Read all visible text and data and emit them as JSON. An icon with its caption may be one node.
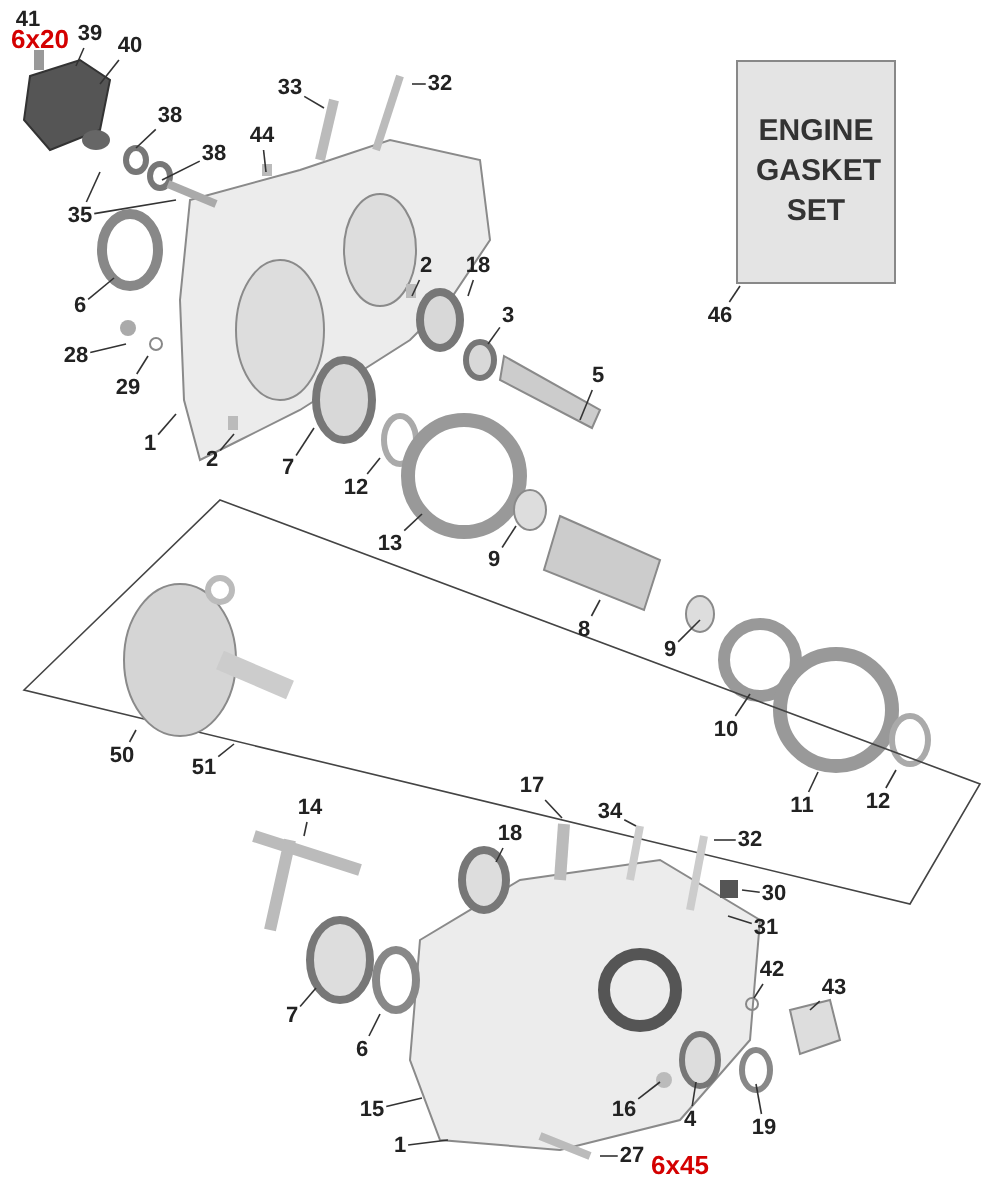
{
  "diagram": {
    "nodes": [
      {
        "text": [
          "41"
        ]
      },
      {
        "text": [
          "39"
        ]
      },
      {
        "text": [
          "40"
        ]
      },
      {
        "text": [
          "38"
        ]
      },
      {
        "text": [
          "38"
        ]
      },
      {
        "text": [
          "35"
        ]
      },
      {
        "text": [
          "44"
        ]
      },
      {
        "text": [
          "33"
        ]
      },
      {
        "text": [
          "32"
        ]
      },
      {
        "text": [
          "ENGINE GASKET SET"
        ]
      },
      {
        "text": [
          "6"
        ]
      },
      {
        "text": [
          "28"
        ]
      },
      {
        "text": [
          "29"
        ]
      },
      {
        "text": [
          "2"
        ]
      },
      {
        "text": [
          "18"
        ]
      },
      {
        "text": [
          "3"
        ]
      },
      {
        "text": [
          "46"
        ]
      },
      {
        "text": [
          "5"
        ]
      },
      {
        "text": [
          "1"
        ]
      },
      {
        "text": [
          "2"
        ]
      },
      {
        "text": [
          "7"
        ]
      },
      {
        "text": [
          "12"
        ]
      },
      {
        "text": [
          "13"
        ]
      },
      {
        "text": [
          "9"
        ]
      },
      {
        "text": [
          "8"
        ]
      },
      {
        "text": [
          "9"
        ]
      },
      {
        "text": [
          "10"
        ]
      },
      {
        "text": [
          "50"
        ]
      },
      {
        "text": [
          "51"
        ]
      },
      {
        "text": [
          "11"
        ]
      },
      {
        "text": [
          "12"
        ]
      },
      {
        "text": [
          "17"
        ]
      },
      {
        "text": [
          "14"
        ]
      },
      {
        "text": [
          "18"
        ]
      },
      {
        "text": [
          "34"
        ]
      },
      {
        "text": [
          "32"
        ]
      },
      {
        "text": [
          "30"
        ]
      },
      {
        "text": [
          "31"
        ]
      },
      {
        "text": [
          "42"
        ]
      },
      {
        "text": [
          "43"
        ]
      },
      {
        "text": [
          "7"
        ]
      },
      {
        "text": [
          "6"
        ]
      },
      {
        "text": [
          "15"
        ]
      },
      {
        "text": [
          "1"
        ]
      },
      {
        "text": [
          "16"
        ]
      },
      {
        "text": [
          "4"
        ]
      },
      {
        "text": [
          "19"
        ]
      },
      {
        "text": [
          "27"
        ]
      }
    ],
    "edges": [
      {
        "from": 1,
        "to": null,
        "arrow": "none"
      },
      {
        "from": 2,
        "to": null,
        "arrow": "none"
      },
      {
        "from": 3,
        "to": null,
        "arrow": "none"
      },
      {
        "from": 4,
        "to": null,
        "arrow": "none"
      },
      {
        "from": 5,
        "to": null,
        "arrow": "none"
      },
      {
        "from": 5,
        "to": null,
        "arrow": "none"
      },
      {
        "from": 6,
        "to": null,
        "arrow": "none"
      },
      {
        "from": 7,
        "to": null,
        "arrow": "none"
      },
      {
        "from": 8,
        "to": null,
        "arrow": "none"
      },
      {
        "from": 10,
        "to": null,
        "arrow": "none"
      },
      {
        "from": 11,
        "to": null,
        "arrow": "none"
      },
      {
        "from": 12,
        "to": null,
        "arrow": "none"
      },
      {
        "from": 13,
        "to": null,
        "arrow": "none"
      },
      {
        "from": 14,
        "to": null,
        "arrow": "none"
      },
      {
        "from": 15,
        "to": null,
        "arrow": "none"
      },
      {
        "from": 16,
        "to": 9,
        "arrow": "none"
      },
      {
        "from": 17,
        "to": null,
        "arrow": "none"
      },
      {
        "from": 18,
        "to": null,
        "arrow": "none"
      },
      {
        "from": 19,
        "to": null,
        "arrow": "none"
      },
      {
        "from": 20,
        "to": null,
        "arrow": "none"
      },
      {
        "from": 21,
        "to": null,
        "arrow": "none"
      },
      {
        "from": 22,
        "to": null,
        "arrow": "none"
      },
      {
        "from": 23,
        "to": null,
        "arrow": "none"
      },
      {
        "from": 24,
        "to": null,
        "arrow": "none"
      },
      {
        "from": 25,
        "to": null,
        "arrow": "none"
      },
      {
        "from": 26,
        "to": null,
        "arrow": "none"
      },
      {
        "from": 27,
        "to": null,
        "arrow": "none"
      },
      {
        "from": 28,
        "to": null,
        "arrow": "none"
      },
      {
        "from": 29,
        "to": null,
        "arrow": "none"
      },
      {
        "from": 30,
        "to": null,
        "arrow": "none"
      },
      {
        "from": 31,
        "to": null,
        "arrow": "none"
      },
      {
        "from": 32,
        "to": null,
        "arrow": "none"
      },
      {
        "from": 33,
        "to": null,
        "arrow": "none"
      },
      {
        "from": 34,
        "to": null,
        "arrow": "none"
      },
      {
        "from": 35,
        "to": null,
        "arrow": "none"
      },
      {
        "from": 36,
        "to": null,
        "arrow": "none"
      },
      {
        "from": 37,
        "to": null,
        "arrow": "none"
      },
      {
        "from": 38,
        "to": null,
        "arrow": "none"
      },
      {
        "from": 39,
        "to": null,
        "arrow": "none"
      },
      {
        "from": 40,
        "to": null,
        "arrow": "none"
      },
      {
        "from": 41,
        "to": null,
        "arrow": "none"
      },
      {
        "from": 42,
        "to": null,
        "arrow": "none"
      },
      {
        "from": 43,
        "to": null,
        "arrow": "none"
      },
      {
        "from": 44,
        "to": null,
        "arrow": "none"
      },
      {
        "from": 45,
        "to": null,
        "arrow": "none"
      },
      {
        "from": 46,
        "to": null,
        "arrow": "none"
      },
      {
        "from": 47,
        "to": null,
        "arrow": "none"
      }
    ],
    "labels": [
      "6x20",
      "6x45"
    ]
  }
}
